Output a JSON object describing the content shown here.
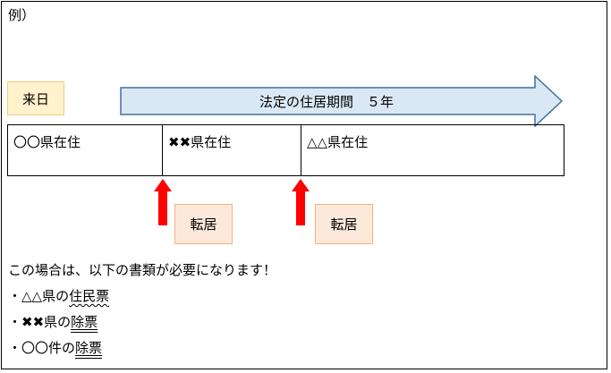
{
  "example_label": "例）",
  "period": {
    "text": "法定の住居期間　５年"
  },
  "tags": {
    "arrival": "来日",
    "move": "転居"
  },
  "timeline": {
    "cells": [
      "〇〇県在住",
      "✖✖県在住",
      "△△県在住"
    ]
  },
  "notes": {
    "intro": "この場合は、以下の書類が必要になります！",
    "items": [
      {
        "prefix": "・△△県の",
        "doc": "住民票"
      },
      {
        "prefix": "・✖✖県の",
        "doc": "除票"
      },
      {
        "prefix": "・〇〇件の",
        "doc": "除票"
      }
    ]
  },
  "colors": {
    "period_fill": "#dae8f5",
    "period_stroke": "#41719c",
    "arrow_red": "#ff0000",
    "tag_fill": "#fde9d9",
    "tag_border": "#f4b183",
    "arrival_fill": "#fff2cc"
  }
}
